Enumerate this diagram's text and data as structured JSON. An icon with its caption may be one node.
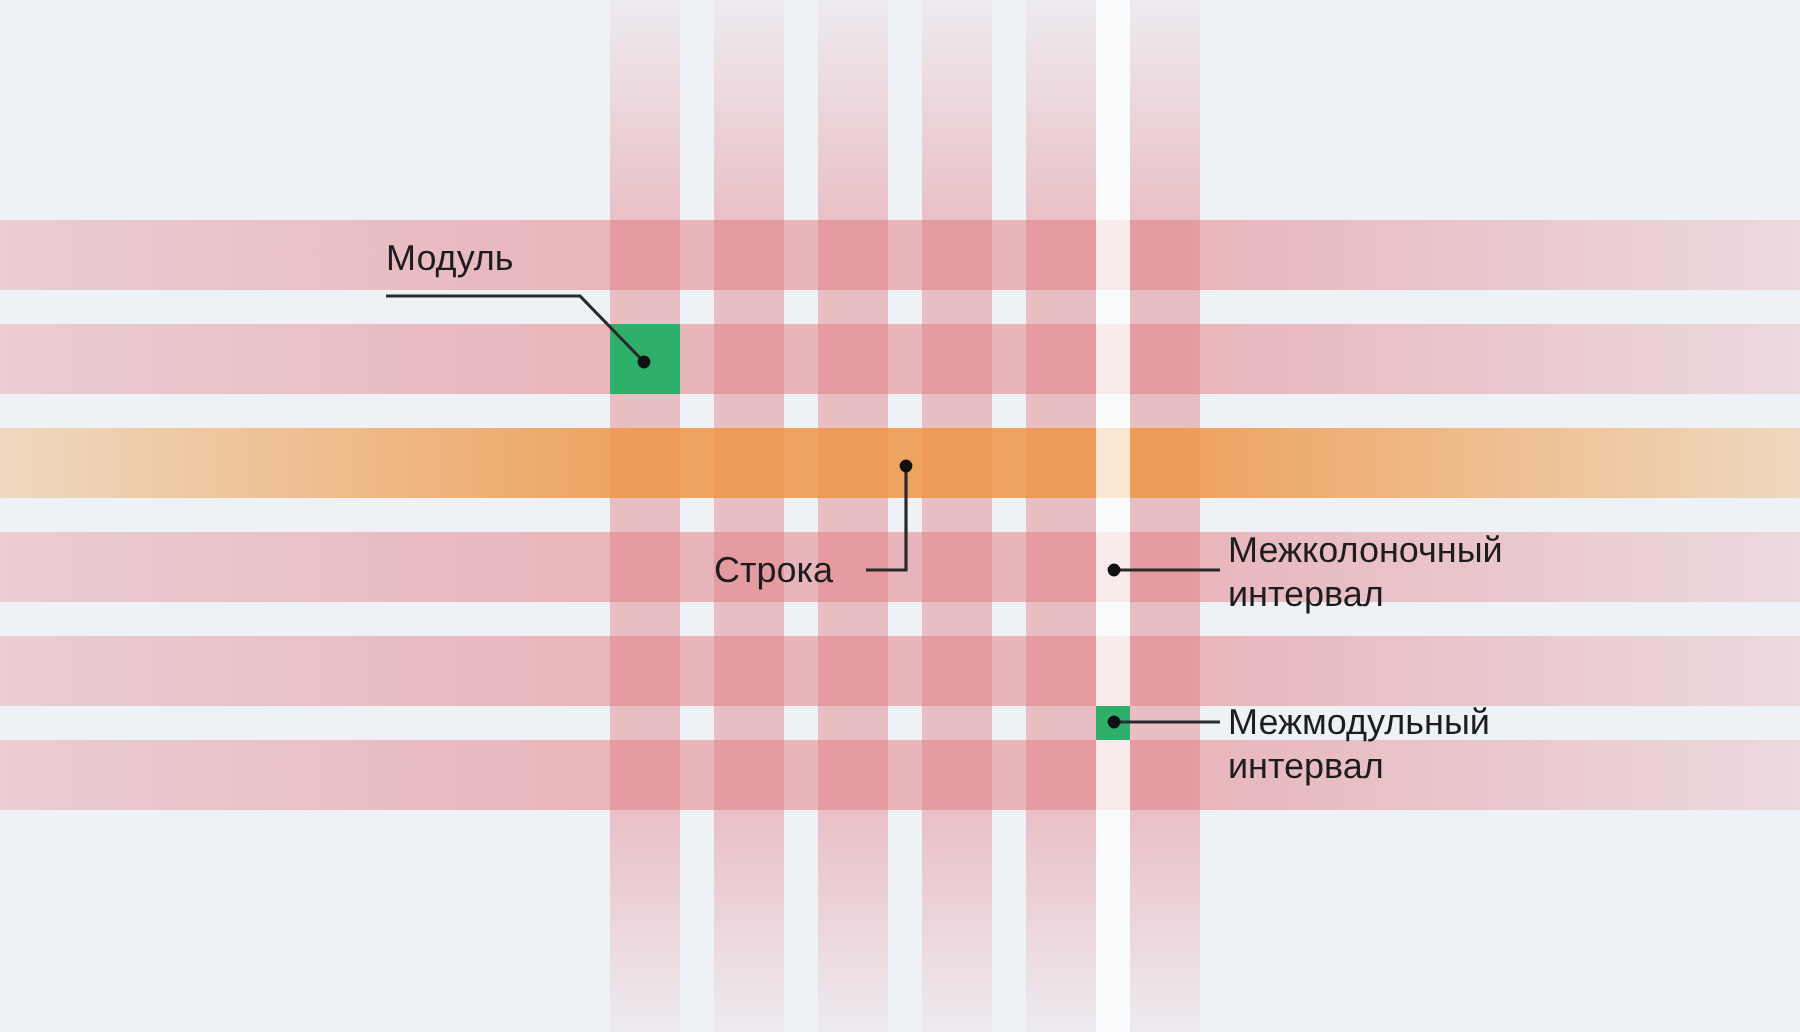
{
  "diagram": {
    "nodes": [
      {
        "text": [
          "Модуль"
        ]
      },
      {
        "text": [],
        "shape": "box"
      },
      {
        "text": [
          "Строка"
        ]
      },
      {
        "text": [],
        "shape": "bar"
      },
      {
        "text": [
          "Межколоночный интервал"
        ]
      },
      {
        "text": [],
        "shape": "bar"
      },
      {
        "text": [
          "Межмодульный интервал"
        ]
      },
      {
        "text": [],
        "shape": "box",
        "in": 5
      }
    ],
    "edges": [
      {
        "from": 0,
        "to": 1,
        "arrow": "other"
      },
      {
        "from": 2,
        "to": 3,
        "arrow": "other"
      },
      {
        "from": 4,
        "to": 5,
        "arrow": "other"
      },
      {
        "from": 6,
        "to": 7,
        "arrow": "other"
      }
    ]
  }
}
